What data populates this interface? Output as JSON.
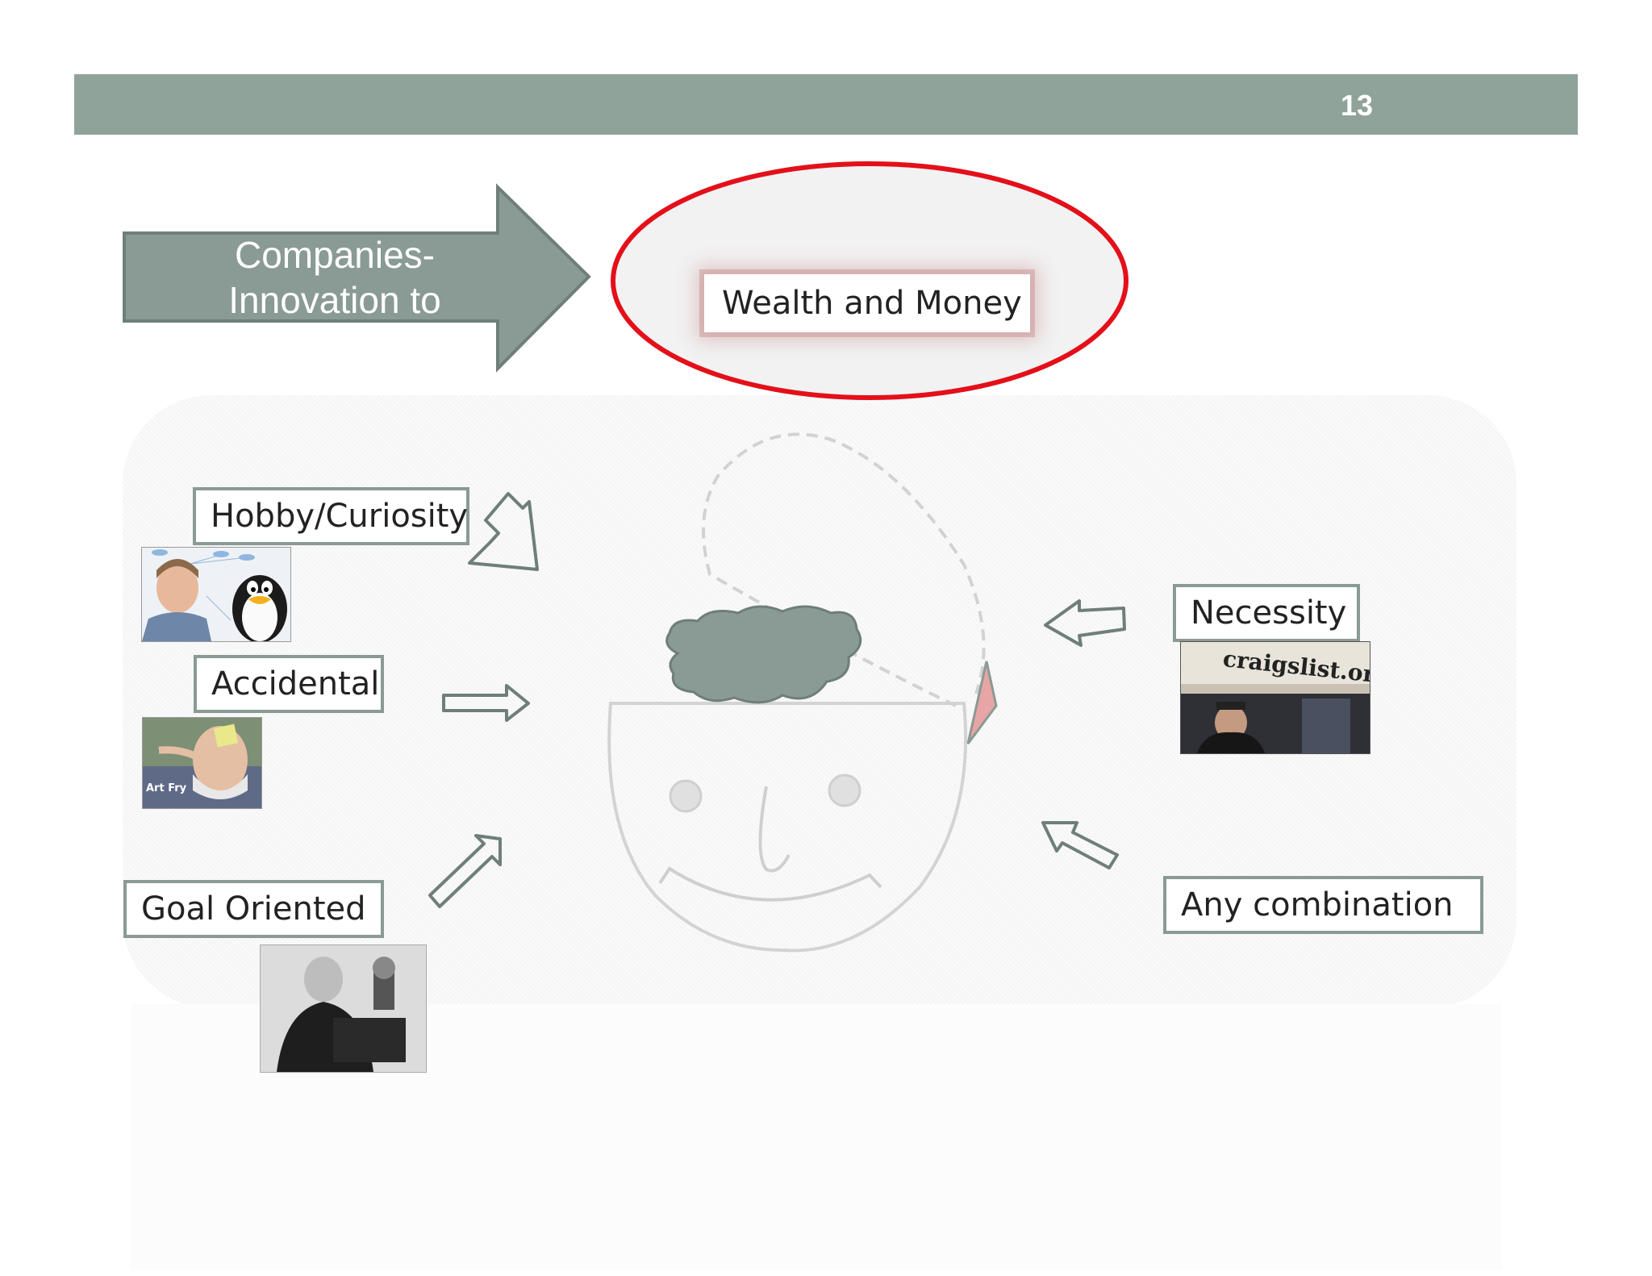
{
  "slide": {
    "number": "13"
  },
  "header_arrow": {
    "text": "Companies-\nInnovation to"
  },
  "highlight": {
    "label": "Wealth and Money"
  },
  "sources": {
    "hobby": "Hobby/Curiosity",
    "accidental": "Accidental",
    "goal": "Goal Oriented",
    "necessity": "Necessity",
    "combination": "Any combination"
  },
  "photos": {
    "accidental_caption": "Art Fry",
    "craigslist_sign": "craigslist.or"
  },
  "colors": {
    "header_bar": "#8fa39b",
    "arrow_fill": "#8a9a94",
    "ellipse_stroke": "#e3101a",
    "label_border": "#8a9a94"
  }
}
